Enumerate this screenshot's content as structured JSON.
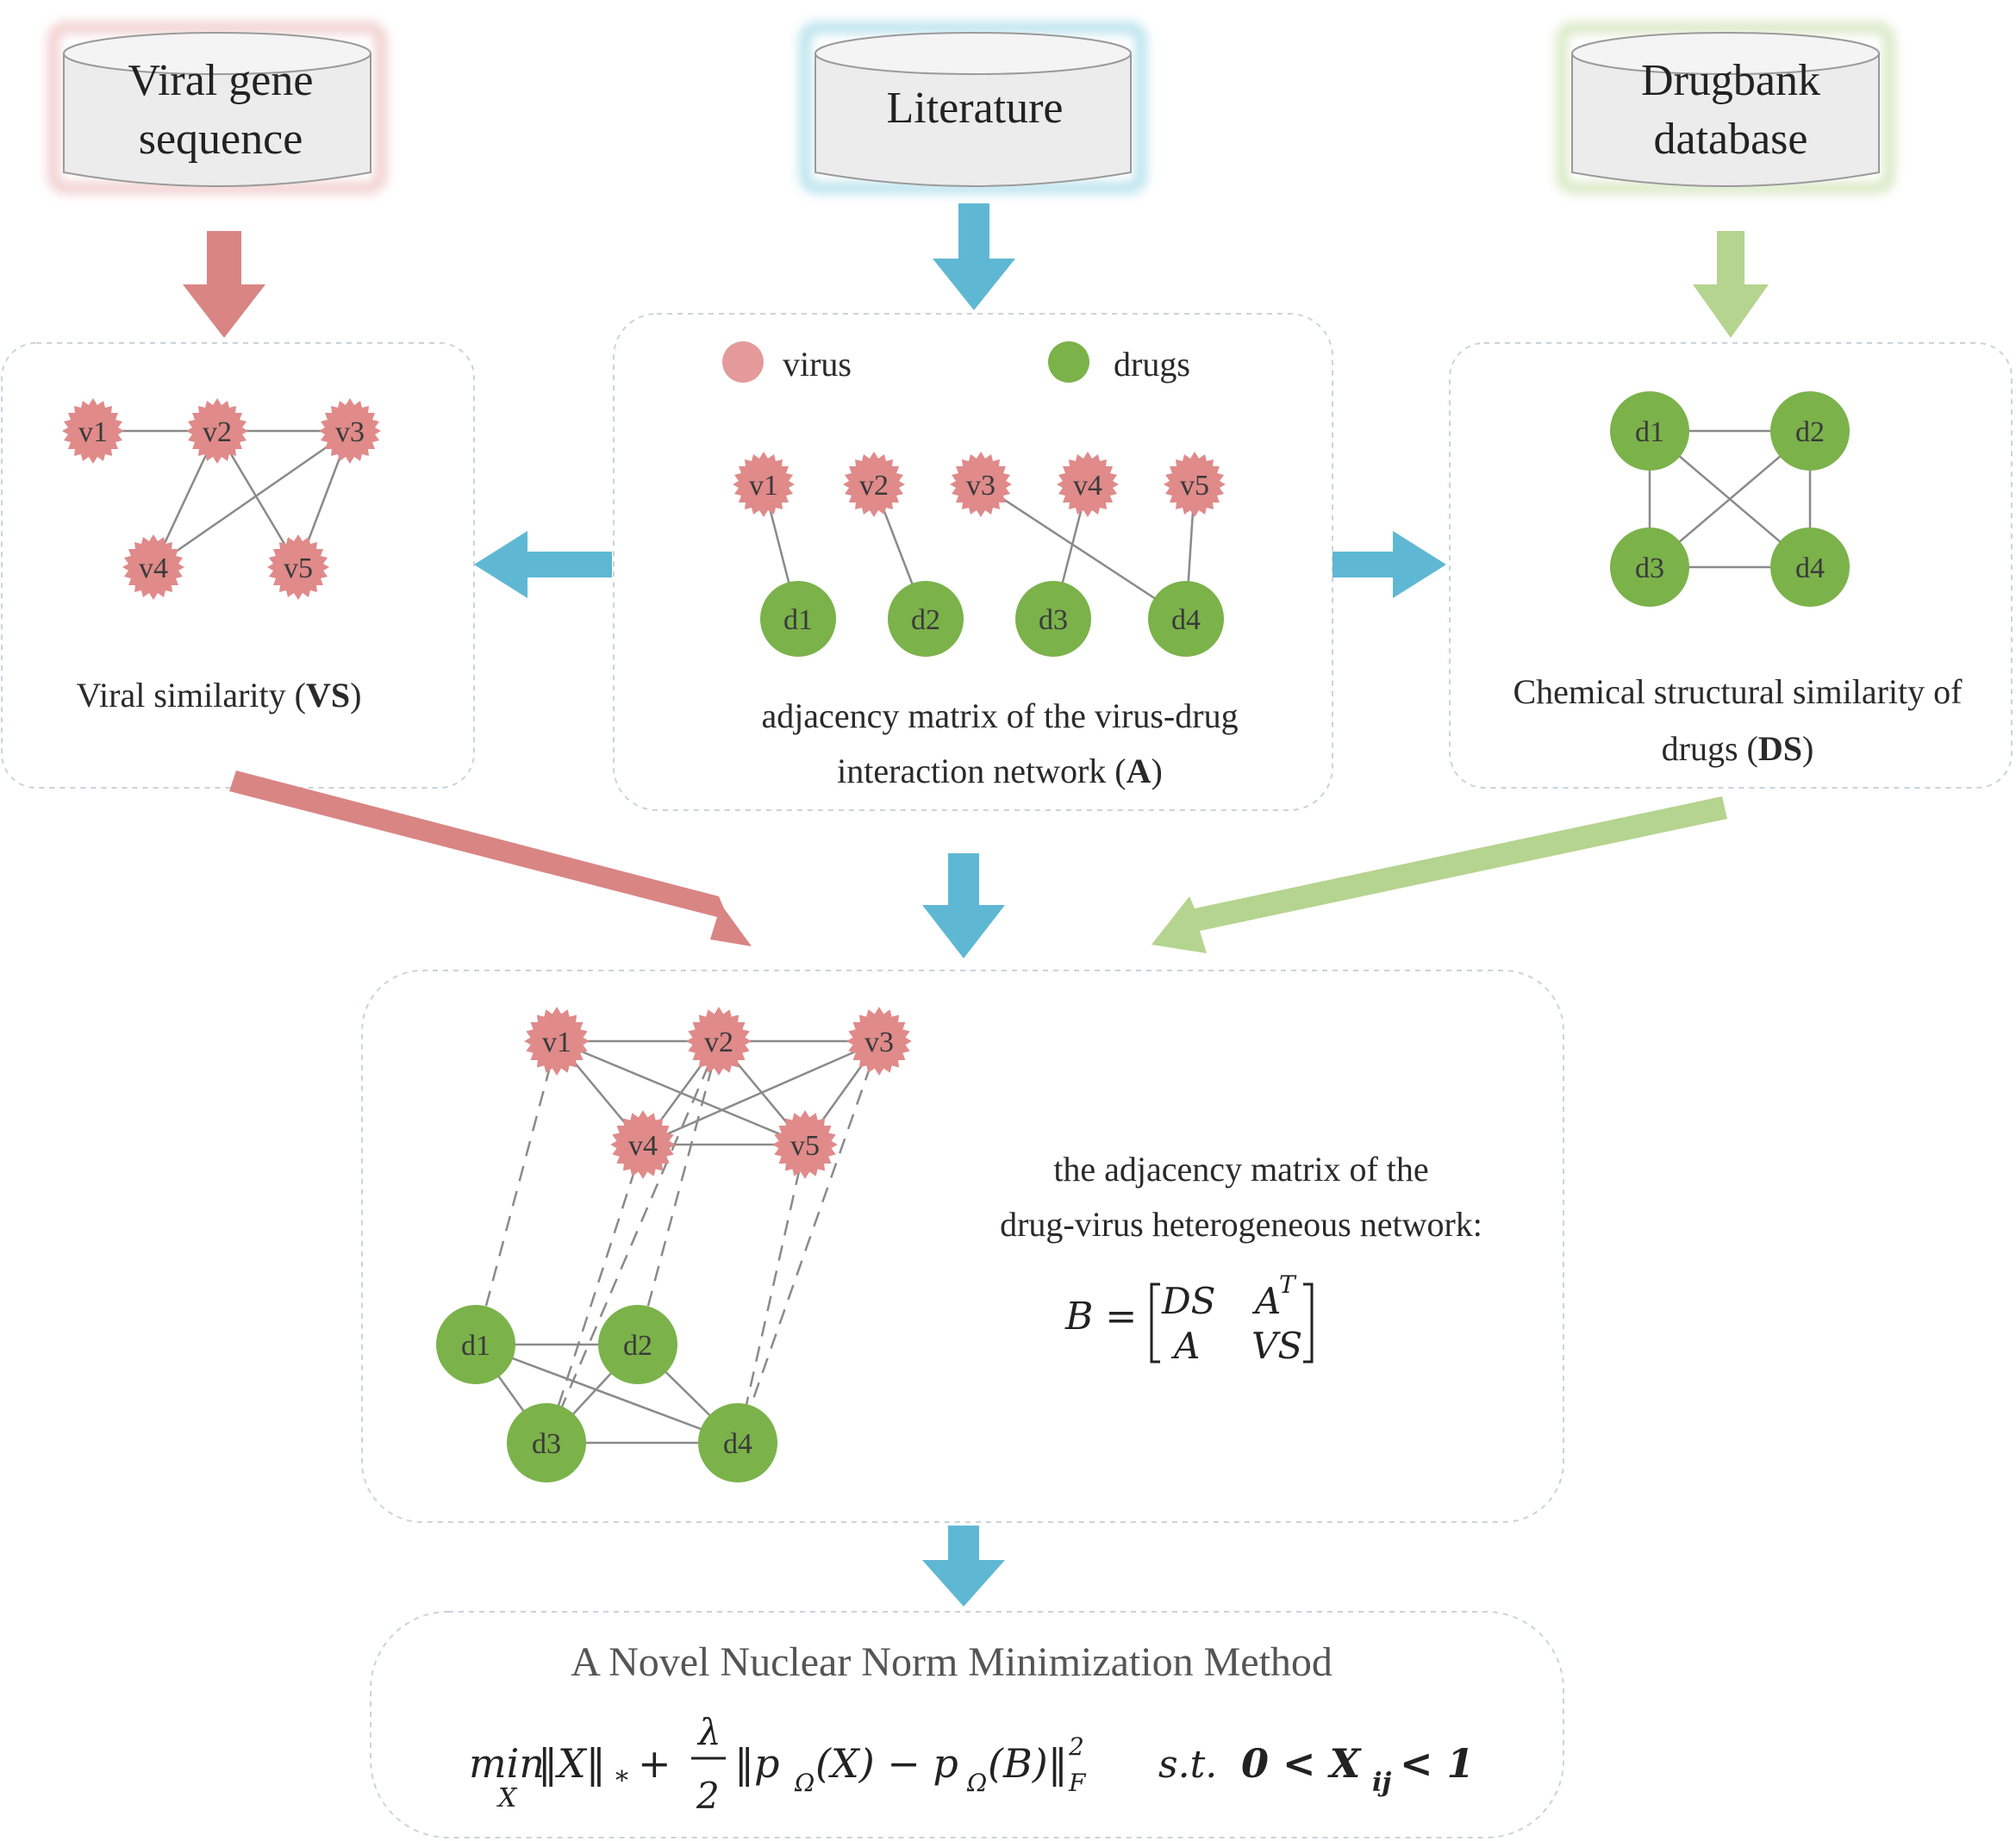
{
  "sources": {
    "viral": {
      "label_line1": "Viral gene",
      "label_line2": "sequence",
      "color": "#d98584"
    },
    "literature": {
      "label_line1": "Literature",
      "label_line2": "",
      "color": "#6fc3d8"
    },
    "drugbank": {
      "label_line1": "Drugbank",
      "label_line2": "database",
      "color": "#b4d28f"
    }
  },
  "legend": {
    "virus": "virus",
    "drugs": "drugs"
  },
  "colors": {
    "virus_node": "#e08a8a",
    "drug_node": "#7bb24a",
    "arrow_red": "#d98584",
    "arrow_blue": "#5fb8d3",
    "arrow_green": "#b5d48f"
  },
  "panels": {
    "viral_similarity": {
      "caption_pre": "Viral similarity (",
      "caption_bold": "VS",
      "caption_post": ")",
      "nodes": [
        "v1",
        "v2",
        "v3",
        "v4",
        "v5"
      ]
    },
    "interaction": {
      "caption_line1": "adjacency matrix of the virus-drug",
      "caption_line2_pre": "interaction network (",
      "caption_line2_bold": "A",
      "caption_line2_post": ")",
      "virus_nodes": [
        "v1",
        "v2",
        "v3",
        "v4",
        "v5"
      ],
      "drug_nodes": [
        "d1",
        "d2",
        "d3",
        "d4"
      ]
    },
    "drug_similarity": {
      "caption_line1": "Chemical structural similarity of",
      "caption_line2_pre": "drugs (",
      "caption_line2_bold": "DS",
      "caption_line2_post": ")",
      "nodes": [
        "d1",
        "d2",
        "d3",
        "d4"
      ]
    },
    "heterogeneous": {
      "caption_line1": "the adjacency matrix of the",
      "caption_line2": "drug-virus heterogeneous network:",
      "virus_nodes": [
        "v1",
        "v2",
        "v3",
        "v4",
        "v5"
      ],
      "drug_nodes": [
        "d1",
        "d2",
        "d3",
        "d4"
      ],
      "matrix_lhs": "B =",
      "matrix": {
        "r1c1": "DS",
        "r1c2": "A",
        "r1c2_sup": "T",
        "r2c1": "A",
        "r2c2": "VS"
      }
    },
    "method": {
      "title": "A Novel Nuclear Norm Minimization Method",
      "formula": {
        "min": "min",
        "min_sub": "X",
        "norm_x": "‖X‖",
        "norm_x_sub": "*",
        "plus": "+",
        "frac_num": "λ",
        "frac_den": "2",
        "norm_expr": "‖p",
        "omega": "Ω",
        "x_arg": "(X) − p",
        "b_arg": "(B)‖",
        "sup2": "2",
        "subF": "F",
        "st": "s.t.",
        "constraint_pre": "0 < X",
        "constraint_sub": "ij",
        "constraint_post": "< 1"
      }
    }
  }
}
